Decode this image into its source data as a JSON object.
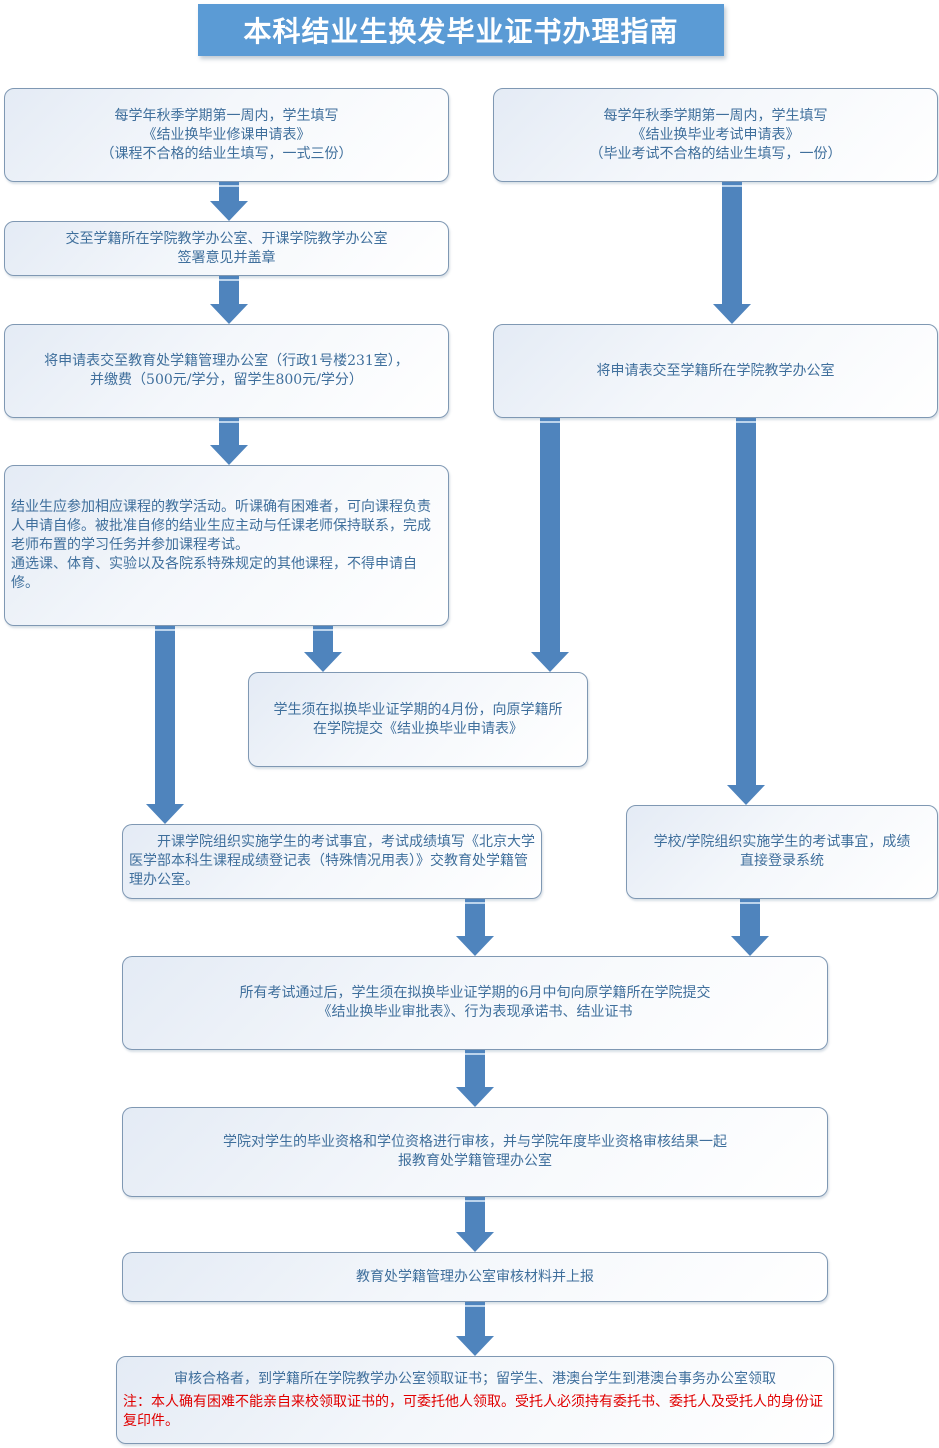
{
  "title": "本科结业生换发毕业证书办理指南",
  "colors": {
    "title_bg": "#5b9bd5",
    "arrow": "#4f84bd",
    "text": "#3f6f9c",
    "note": "#e00000",
    "box_border": "#7f98b3"
  },
  "left_branch": {
    "step1": "每学年秋季学期第一周内，学生填写\n《结业换毕业修课申请表》\n（课程不合格的结业生填写，一式三份）",
    "step2": "交至学籍所在学院教学办公室、开课学院教学办公室\n签署意见并盖章",
    "step3": "将申请表交至教育处学籍管理办公室（行政1号楼231室），\n并缴费（500元/学分，留学生800元/学分）",
    "step4": "结业生应参加相应课程的教学活动。听课确有困难者，可向课程负责人申请自修。被批准自修的结业生应主动与任课老师保持联系，完成老师布置的学习任务并参加课程考试。\n通选课、体育、实验以及各院系特殊规定的其他课程，不得申请自修。",
    "step5": "　　开课学院组织实施学生的考试事宜，考试成绩填写《北京大学医学部本科生课程成绩登记表（特殊情况用表）》交教育处学籍管理办公室。"
  },
  "right_branch": {
    "step1": "每学年秋季学期第一周内，学生填写\n《结业换毕业考试申请表》\n（毕业考试不合格的结业生填写，一份）",
    "step2": "将申请表交至学籍所在学院教学办公室",
    "step3": "学校/学院组织实施学生的考试事宜，成绩\n直接登录系统"
  },
  "middle": {
    "application": "学生须在拟换毕业证学期的4月份，向原学籍所\n在学院提交《结业换毕业申请表》"
  },
  "common": {
    "step1": "所有考试通过后，学生须在拟换毕业证学期的6月中旬向原学籍所在学院提交\n《结业换毕业审批表》、行为表现承诺书、结业证书",
    "step2": "学院对学生的毕业资格和学位资格进行审核，并与学院年度毕业资格审核结果一起\n报教育处学籍管理办公室",
    "step3": "教育处学籍管理办公室审核材料并上报",
    "final_line": "审核合格者，到学籍所在学院教学办公室领取证书；留学生、港澳台学生到港澳台事务办公室领取",
    "final_note": "注：本人确有困难不能亲自来校领取证书的，可委托他人领取。受托人必须持有委托书、委托人及受托人的身份证复印件。"
  }
}
